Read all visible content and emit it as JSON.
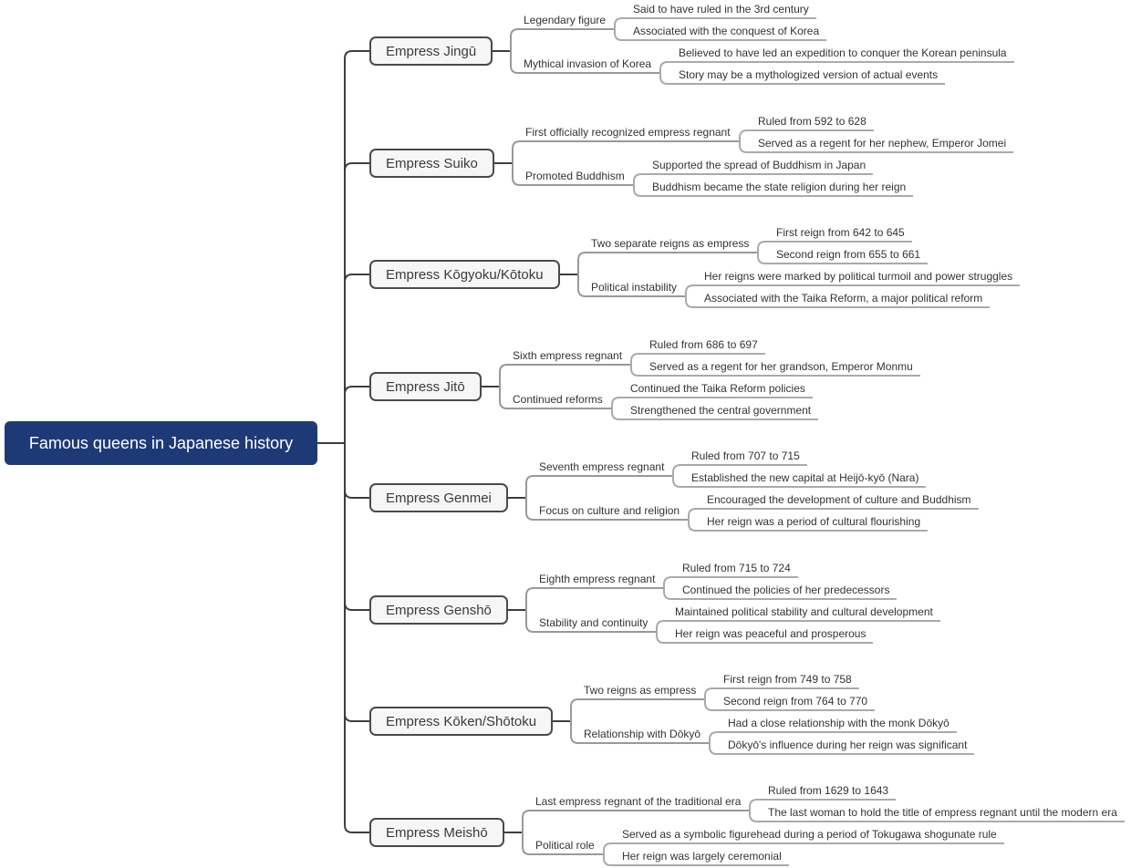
{
  "title": "Famous queens in Japanese history",
  "colors": {
    "root_bg": "#1e3a76",
    "root_text": "#ffffff",
    "branch_bg": "#f6f6f6",
    "branch_border": "#4a4a4a",
    "trunk_line": "#3e3e3e",
    "level2_line": "#999999",
    "level3_line": "#aaaaaa",
    "text": "#333333"
  },
  "branches": [
    {
      "label": "Empress Jingū",
      "children": [
        {
          "label": "Legendary figure",
          "children": [
            "Said to have ruled in the 3rd century",
            "Associated with the conquest of Korea"
          ]
        },
        {
          "label": "Mythical invasion of Korea",
          "children": [
            "Believed to have led an expedition to conquer the Korean peninsula",
            "Story may be a mythologized version of actual events"
          ]
        }
      ]
    },
    {
      "label": "Empress Suiko",
      "children": [
        {
          "label": "First officially recognized empress regnant",
          "children": [
            "Ruled from 592 to 628",
            "Served as a regent for her nephew, Emperor Jomei"
          ]
        },
        {
          "label": "Promoted Buddhism",
          "children": [
            "Supported the spread of Buddhism in Japan",
            "Buddhism became the state religion during her reign"
          ]
        }
      ]
    },
    {
      "label": "Empress Kōgyoku/Kōtoku",
      "children": [
        {
          "label": "Two separate reigns as empress",
          "children": [
            "First reign from 642 to 645",
            "Second reign from 655 to 661"
          ]
        },
        {
          "label": "Political instability",
          "children": [
            "Her reigns were marked by political turmoil and power struggles",
            "Associated with the Taika Reform, a major political reform"
          ]
        }
      ]
    },
    {
      "label": "Empress Jitō",
      "children": [
        {
          "label": "Sixth empress regnant",
          "children": [
            "Ruled from 686 to 697",
            "Served as a regent for her grandson, Emperor Monmu"
          ]
        },
        {
          "label": "Continued reforms",
          "children": [
            "Continued the Taika Reform policies",
            "Strengthened the central government"
          ]
        }
      ]
    },
    {
      "label": "Empress Genmei",
      "children": [
        {
          "label": "Seventh empress regnant",
          "children": [
            "Ruled from 707 to 715",
            "Established the new capital at Heijō-kyō (Nara)"
          ]
        },
        {
          "label": "Focus on culture and religion",
          "children": [
            "Encouraged the development of culture and Buddhism",
            "Her reign was a period of cultural flourishing"
          ]
        }
      ]
    },
    {
      "label": "Empress Genshō",
      "children": [
        {
          "label": "Eighth empress regnant",
          "children": [
            "Ruled from 715 to 724",
            "Continued the policies of her predecessors"
          ]
        },
        {
          "label": "Stability and continuity",
          "children": [
            "Maintained political stability and cultural development",
            "Her reign was peaceful and prosperous"
          ]
        }
      ]
    },
    {
      "label": "Empress Kōken/Shōtoku",
      "children": [
        {
          "label": "Two reigns as empress",
          "children": [
            "First reign from 749 to 758",
            "Second reign from 764 to 770"
          ]
        },
        {
          "label": "Relationship with Dōkyō",
          "children": [
            "Had a close relationship with the monk Dōkyō",
            "Dōkyō's influence during her reign was significant"
          ]
        }
      ]
    },
    {
      "label": "Empress Meishō",
      "children": [
        {
          "label": "Last empress regnant of the traditional era",
          "children": [
            "Ruled from 1629 to 1643",
            "The last woman to hold the title of empress regnant until the modern era"
          ]
        },
        {
          "label": "Political role",
          "children": [
            "Served as a symbolic figurehead during a period of Tokugawa shogunate rule",
            "Her reign was largely ceremonial"
          ]
        }
      ]
    }
  ]
}
